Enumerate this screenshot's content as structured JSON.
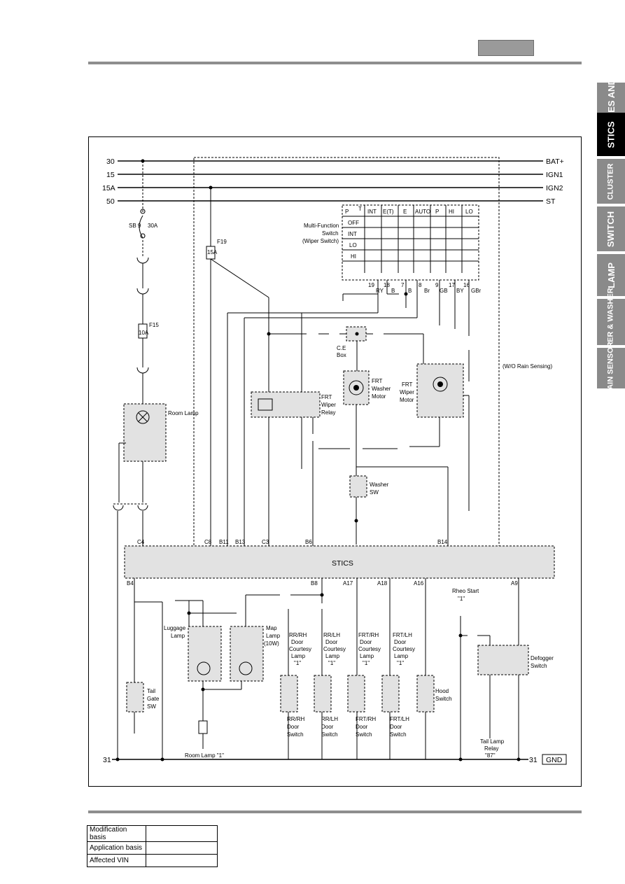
{
  "side_tabs": [
    {
      "label": "FUSES AND",
      "active": false
    },
    {
      "label": "STICS",
      "active": true
    },
    {
      "label": "CLUSTER",
      "active": false
    },
    {
      "label": "SWITCH",
      "active": false
    },
    {
      "label": "LAMP",
      "active": false
    },
    {
      "label": "WIPER & WASHER",
      "active": false
    },
    {
      "label": "RAIN SENSOR",
      "active": false
    }
  ],
  "rails": [
    {
      "left": "30",
      "right": "BAT+"
    },
    {
      "left": "15",
      "right": "IGN1"
    },
    {
      "left": "15A",
      "right": "IGN2"
    },
    {
      "left": "50",
      "right": "ST"
    }
  ],
  "ground_label": "31",
  "gnd": "GND",
  "module": "STICS",
  "note": "(W/O Rain Sensing)",
  "multi_function_switch": {
    "title1": "Multi-Function",
    "title2": "Switch",
    "title3": "(Wiper Switch)",
    "header": [
      "P",
      "T",
      "INT",
      "E(T)",
      "E",
      "AUTO",
      "P",
      "HI",
      "LO"
    ],
    "rows": [
      "OFF",
      "INT",
      "LO",
      "HI"
    ],
    "pins": [
      "19",
      "18",
      "7",
      "8",
      "9",
      "17",
      "16"
    ],
    "wires": [
      "RY",
      "B",
      "B",
      "Br",
      "GB",
      "BY",
      "GBr"
    ]
  },
  "components": {
    "room_lamp": "Room Lamp",
    "frt_washer_motor": [
      "FRT",
      "Washer",
      "Motor"
    ],
    "frt_wiper_motor": [
      "FRT",
      "Wiper",
      "Motor"
    ],
    "frt_wiper_relay": [
      "FRT",
      "Wiper",
      "Relay"
    ],
    "washer_sw": [
      "Washer",
      "SW"
    ],
    "ce_box": [
      "C.E",
      "Box"
    ],
    "luggage_lamp": [
      "Luggage",
      "Lamp"
    ],
    "map_lamp": [
      "Map",
      "Lamp",
      "(10W)"
    ],
    "tail_gate_sw": [
      "Tail",
      "Gate",
      "SW"
    ],
    "rr_rh_door_courtesy": [
      "RR/RH",
      "Door",
      "Courtesy",
      "Lamp",
      "\"1\""
    ],
    "rr_lh_door_courtesy": [
      "RR/LH",
      "Door",
      "Courtesy",
      "Lamp",
      "\"1\""
    ],
    "frt_rh_door_courtesy": [
      "FRT/RH",
      "Door",
      "Courtesy",
      "Lamp",
      "\"1\""
    ],
    "frt_lh_door_courtesy": [
      "FRT/LH",
      "Door",
      "Courtesy",
      "Lamp",
      "\"1\""
    ],
    "rr_rh_door_switch": [
      "RR/RH",
      "Door",
      "Switch"
    ],
    "rr_lh_door_switch": [
      "RR/LH",
      "Door",
      "Switch"
    ],
    "frt_rh_door_switch": [
      "FRT/RH",
      "Door",
      "Switch"
    ],
    "frt_lh_door_switch": [
      "FRT/LH",
      "Door",
      "Switch"
    ],
    "hood_switch": [
      "Hood",
      "Switch"
    ],
    "defogger_switch": [
      "Defogger",
      "Switch"
    ],
    "rheo_start": "Rheo Start",
    "rheo_start_quote": "\"1\"",
    "room_lamp_1": "Room Lamp \"1\"",
    "tail_lamp_relay": [
      "Tail Lamp",
      "Relay",
      "\"87\""
    ]
  },
  "fuses": {
    "sb9": "SB 9",
    "sb9_rating": "30A",
    "f15": "F15",
    "f15_rating": "10A",
    "f19": "F19",
    "f19_rating": "15A"
  },
  "stics_pins_top": [
    "C4",
    "C8",
    "B11",
    "B13",
    "C3",
    "B6",
    "B14"
  ],
  "stics_pins_bottom": [
    "B4",
    "B8",
    "A17",
    "A18",
    "A16",
    "A9"
  ],
  "revision_table": [
    {
      "label": "Modification basis",
      "value": ""
    },
    {
      "label": "Application basis",
      "value": ""
    },
    {
      "label": "Affected VIN",
      "value": ""
    }
  ]
}
